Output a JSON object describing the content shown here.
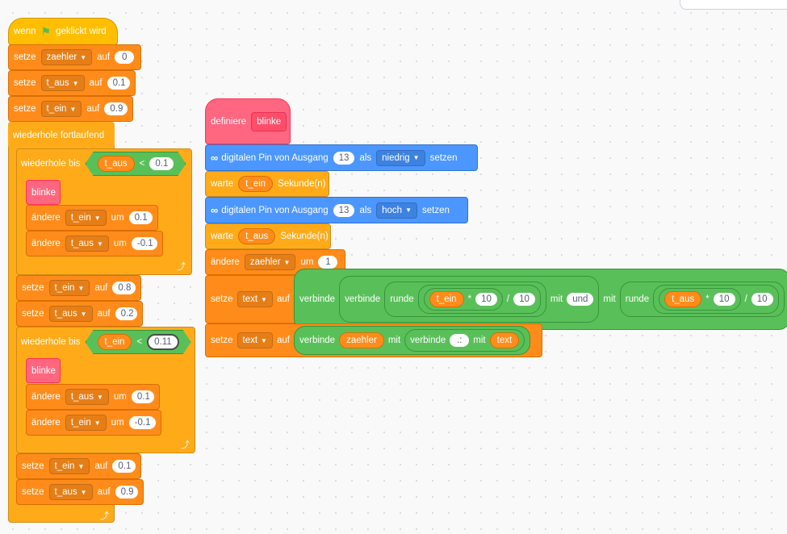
{
  "event": {
    "label_when": "wenn",
    "flag_icon": "green-flag-icon",
    "label_clicked": "geklickt wird"
  },
  "sets_top": [
    {
      "label": "setze",
      "var": "zaehler",
      "to": "auf",
      "value": "0"
    },
    {
      "label": "setze",
      "var": "t_aus",
      "to": "auf",
      "value": "0.1"
    },
    {
      "label": "setze",
      "var": "t_ein",
      "to": "auf",
      "value": "0.9"
    }
  ],
  "forever": {
    "label": "wiederhole fortlaufend"
  },
  "repeat1": {
    "label": "wiederhole bis",
    "reporter": "t_aus",
    "op": "<",
    "value": "0.1"
  },
  "blinke_call": "blinke",
  "changes1": [
    {
      "label": "ändere",
      "var": "t_ein",
      "by": "um",
      "value": "0.1"
    },
    {
      "label": "ändere",
      "var": "t_aus",
      "by": "um",
      "value": "-0.1"
    }
  ],
  "sets_mid": [
    {
      "label": "setze",
      "var": "t_ein",
      "to": "auf",
      "value": "0.8"
    },
    {
      "label": "setze",
      "var": "t_aus",
      "to": "auf",
      "value": "0.2"
    }
  ],
  "repeat2": {
    "label": "wiederhole bis",
    "reporter": "t_ein",
    "op": "<",
    "value": "0.11"
  },
  "changes2": [
    {
      "label": "ändere",
      "var": "t_aus",
      "by": "um",
      "value": "0.1"
    },
    {
      "label": "ändere",
      "var": "t_ein",
      "by": "um",
      "value": "-0.1"
    }
  ],
  "sets_bottom": [
    {
      "label": "setze",
      "var": "t_ein",
      "to": "auf",
      "value": "0.1"
    },
    {
      "label": "setze",
      "var": "t_aus",
      "to": "auf",
      "value": "0.9"
    }
  ],
  "define": {
    "label": "definiere",
    "name": "blinke"
  },
  "pin1": {
    "label": "digitalen Pin von Ausgang",
    "pin": "13",
    "als": "als",
    "state": "niedrig",
    "set": "setzen"
  },
  "wait1": {
    "label": "warte",
    "var": "t_ein",
    "unit": "Sekunde(n)"
  },
  "pin2": {
    "label": "digitalen Pin von Ausgang",
    "pin": "13",
    "als": "als",
    "state": "hoch",
    "set": "setzen"
  },
  "wait2": {
    "label": "warte",
    "var": "t_aus",
    "unit": "Sekunde(n)"
  },
  "change_counter": {
    "label": "ändere",
    "var": "zaehler",
    "by": "um",
    "value": "1"
  },
  "set_text1": {
    "label": "setze",
    "var": "text",
    "to": "auf",
    "join": "verbinde",
    "join_inner": "verbinde",
    "round": "runde",
    "r1_var": "t_ein",
    "mul": "*",
    "r1_num": "10",
    "div": "/",
    "r1_den": "10",
    "with": "mit",
    "and_text": "und",
    "with2": "mit",
    "round2": "runde",
    "r2_var": "t_aus",
    "r2_num": "10",
    "r2_den": "10"
  },
  "set_text2": {
    "label": "setze",
    "var": "text",
    "to": "auf",
    "join": "verbinde",
    "counter": "zaehler",
    "with": "mit",
    "join_inner": "verbinde",
    "sep": ".:",
    "with2": "mit",
    "text_var": "text"
  }
}
